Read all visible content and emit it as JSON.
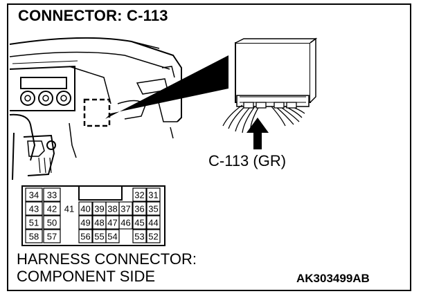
{
  "title": "CONNECTOR: C-113",
  "callout_label": "C-113 (GR)",
  "harness_caption": {
    "line1": "HARNESS CONNECTOR:",
    "line2": "COMPONENT SIDE"
  },
  "figure_code": "AK303499AB",
  "pins": {
    "row1_left": [
      "34",
      "33"
    ],
    "row1_right": [
      "32",
      "31"
    ],
    "row2": [
      "43",
      "42",
      "41",
      "40",
      "39",
      "38",
      "37",
      "36",
      "35"
    ],
    "row3_left": [
      "51",
      "50"
    ],
    "row3_right": [
      "49",
      "48",
      "47",
      "46",
      "45",
      "44"
    ],
    "row4_left": [
      "58",
      "57"
    ],
    "row4_right": [
      "56",
      "55",
      "54",
      "53",
      "52"
    ]
  }
}
